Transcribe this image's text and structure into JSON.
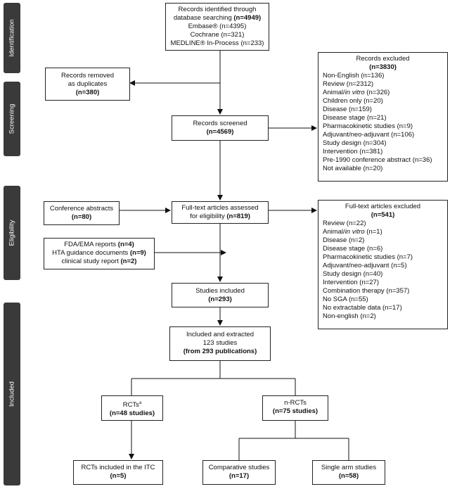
{
  "phases": {
    "identification": "Identification",
    "screening": "Screening",
    "eligibility": "Eligibility",
    "included": "Included"
  },
  "identified": {
    "line1": "Records identified through",
    "line2a": "database searching ",
    "line2b": "(n=4949)",
    "embase": "Embase® (n=4395)",
    "cochrane": "Cochrane (n=321)",
    "medline": "MEDLINE® In-Process (n=233)"
  },
  "duplicates": {
    "line1": "Records removed",
    "line2": "as duplicates",
    "count": "(n=380)"
  },
  "screened": {
    "label": "Records screened",
    "count": "(n=4569)"
  },
  "excluded_records": {
    "title": "Records excluded",
    "count": "(n=3830)",
    "items": [
      "Non-English (n=136)",
      "Review (n=2312)",
      "Animal/in vitro (n=326)",
      "Children only (n=20)",
      "Disease (n=159)",
      "Disease stage (n=21)",
      "Pharmacokinetic studies (n=9)",
      "Adjuvant/neo-adjuvant (n=106)",
      "Study design (n=304)",
      "Intervention (n=381)",
      "Pre-1990 conference abstract (n=36)",
      "Not available (n=20)"
    ]
  },
  "conference": {
    "label": "Conference abstracts",
    "count": "(n=80)"
  },
  "fulltext": {
    "line1": "Full-text articles assessed",
    "line2a": "for eligibility ",
    "line2b": "(n=819)"
  },
  "excluded_fulltext": {
    "title": "Full-text articles excluded",
    "count": "(n=541)",
    "items": [
      "Review (n=22)",
      "Animal/in vitro (n=1)",
      "Disease (n=2)",
      "Disease stage (n=6)",
      "Pharmacokinetic studies (n=7)",
      "Adjuvant/neo-adjuvant (n=5)",
      "Study design (n=40)",
      "Intervention (n=27)",
      "Combination therapy (n=357)",
      "No SGA (n=55)",
      "No extractable data (n=17)",
      "Non-english (n=2)"
    ]
  },
  "other_sources": {
    "fda_a": "FDA/EMA reports ",
    "fda_b": "(n=4)",
    "hta_a": "HTA guidance documents ",
    "hta_b": "(n=9)",
    "csr_a": "clinical study report ",
    "csr_b": "(n=2)"
  },
  "studies_included": {
    "label": "Studies included",
    "count": "(n=293)"
  },
  "extracted": {
    "line1": "Included and extracted",
    "line2": "123 studies",
    "line3": "(from 293 publications)"
  },
  "rcts": {
    "label": "RCTs",
    "sup": "a",
    "count": "(n=48 studies)"
  },
  "nrcts": {
    "label": "n-RCTs",
    "count": "(n=75 studies)"
  },
  "rcts_itc": {
    "label": "RCTs included in the ITC",
    "count": "(n=5)"
  },
  "comparative": {
    "label": "Comparative studies",
    "count": "(n=17)"
  },
  "single_arm": {
    "label": "Single arm studies",
    "count": "(n=58)"
  }
}
